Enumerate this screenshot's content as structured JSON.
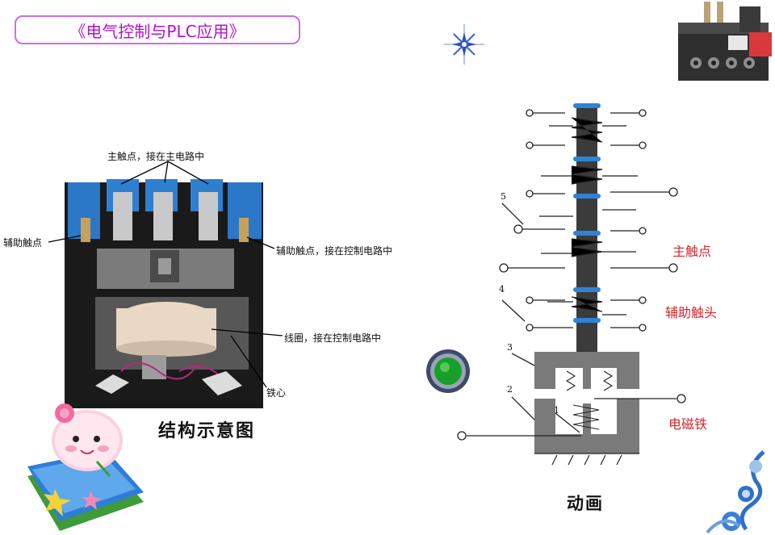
{
  "slide": {
    "title": "《电气控制与PLC应用》"
  },
  "photo_labels": {
    "main_contact": "主触点，接在主电路中",
    "aux_left": "辅助触点",
    "aux_right": "辅助触点，接在控制电路中",
    "coil": "线圈，接在控制电路中",
    "core": "铁心",
    "caption": "结构示意图"
  },
  "diagram": {
    "label_main": "主触点",
    "label_aux": "辅助触头",
    "label_magnet": "电磁铁",
    "caption": "动画",
    "num_1": "1",
    "num_2": "2",
    "num_3": "3",
    "num_4": "4",
    "num_5": "5"
  },
  "colors": {
    "title_border": "#d26be0",
    "title_text": "#b013c8",
    "contact_label": "#d0282c",
    "magnet_gray": "#7a7a7a",
    "rod_blue": "#2f83d6",
    "button_green": "#18a02a"
  },
  "icons": {
    "sparkle": "star-sparkle-icon",
    "play_button": "green-round-button-icon",
    "mascot": "cartoon-mascot-book-icon",
    "corner": "blue-floral-corner-icon"
  }
}
